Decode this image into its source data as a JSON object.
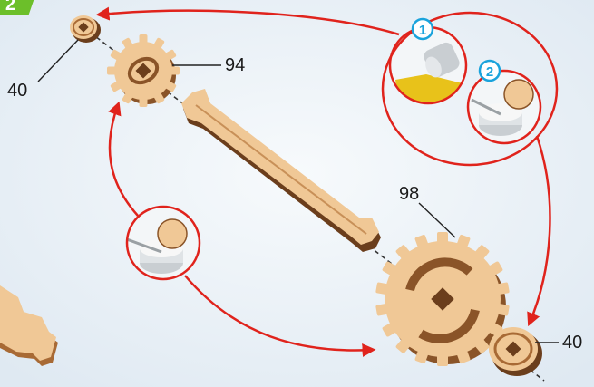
{
  "step": {
    "number": "2"
  },
  "parts": [
    {
      "label": "40"
    },
    {
      "label": "94"
    },
    {
      "label": "98"
    },
    {
      "label": "40"
    }
  ],
  "sub_steps": [
    {
      "number": "1"
    },
    {
      "number": "2"
    }
  ],
  "colors": {
    "arrow": "#e0231c",
    "badge_green": "#6cbf2a",
    "substep_blue": "#1aa3dc",
    "wood_face": "#f0c896",
    "wood_edge": "#a86a35",
    "wood_dark": "#6b3e1c",
    "tape_yellow": "#e8c21a"
  }
}
